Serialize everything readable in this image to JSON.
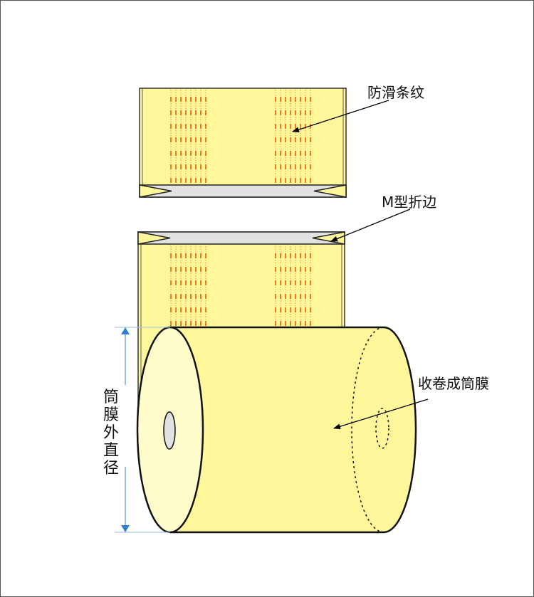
{
  "labels": {
    "anti_slip_stripes": "防滑条纹",
    "m_fold": "M型折边",
    "rolled_tube_film": "收卷成筒膜",
    "tube_outer_diameter": "筒膜外直径"
  },
  "colors": {
    "film": "#fff799",
    "roll_face": "#fffccc",
    "fold": "#e2e2e2",
    "stripe": "#f07a1e",
    "dimension": "#2f7fd0"
  }
}
